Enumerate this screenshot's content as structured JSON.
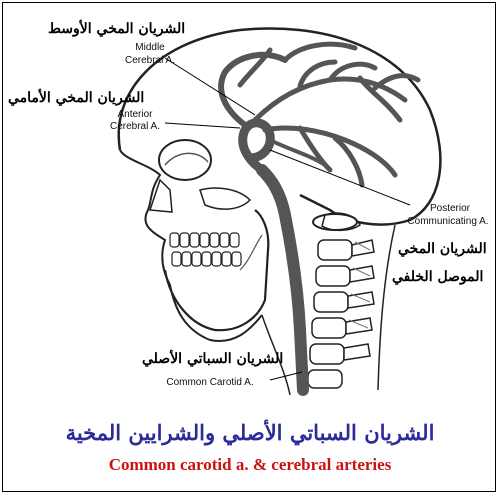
{
  "labels": {
    "middle_ar": "الشريان المخي الأوسط",
    "middle_en_1": "Middle",
    "middle_en_2": "Cerebral A.",
    "anterior_ar": "الشريان المخي الأمامي",
    "anterior_en_1": "Anterior",
    "anterior_en_2": "Cerebral A.",
    "posterior_en_1": "Posterior",
    "posterior_en_2": "Communicating A.",
    "posterior_ar_1": "الشريان المخي",
    "posterior_ar_2": "الموصل الخلفي",
    "carotid_ar": "الشريان السباتي الأصلي",
    "carotid_en": "Common Carotid A."
  },
  "caption": {
    "arabic": "الشريان السباتي الأصلي والشرايين المخية",
    "english": "Common carotid a. & cerebral arteries"
  },
  "colors": {
    "title_arabic": "#2b2b9a",
    "title_english": "#cc1111",
    "artery": "#555555"
  }
}
